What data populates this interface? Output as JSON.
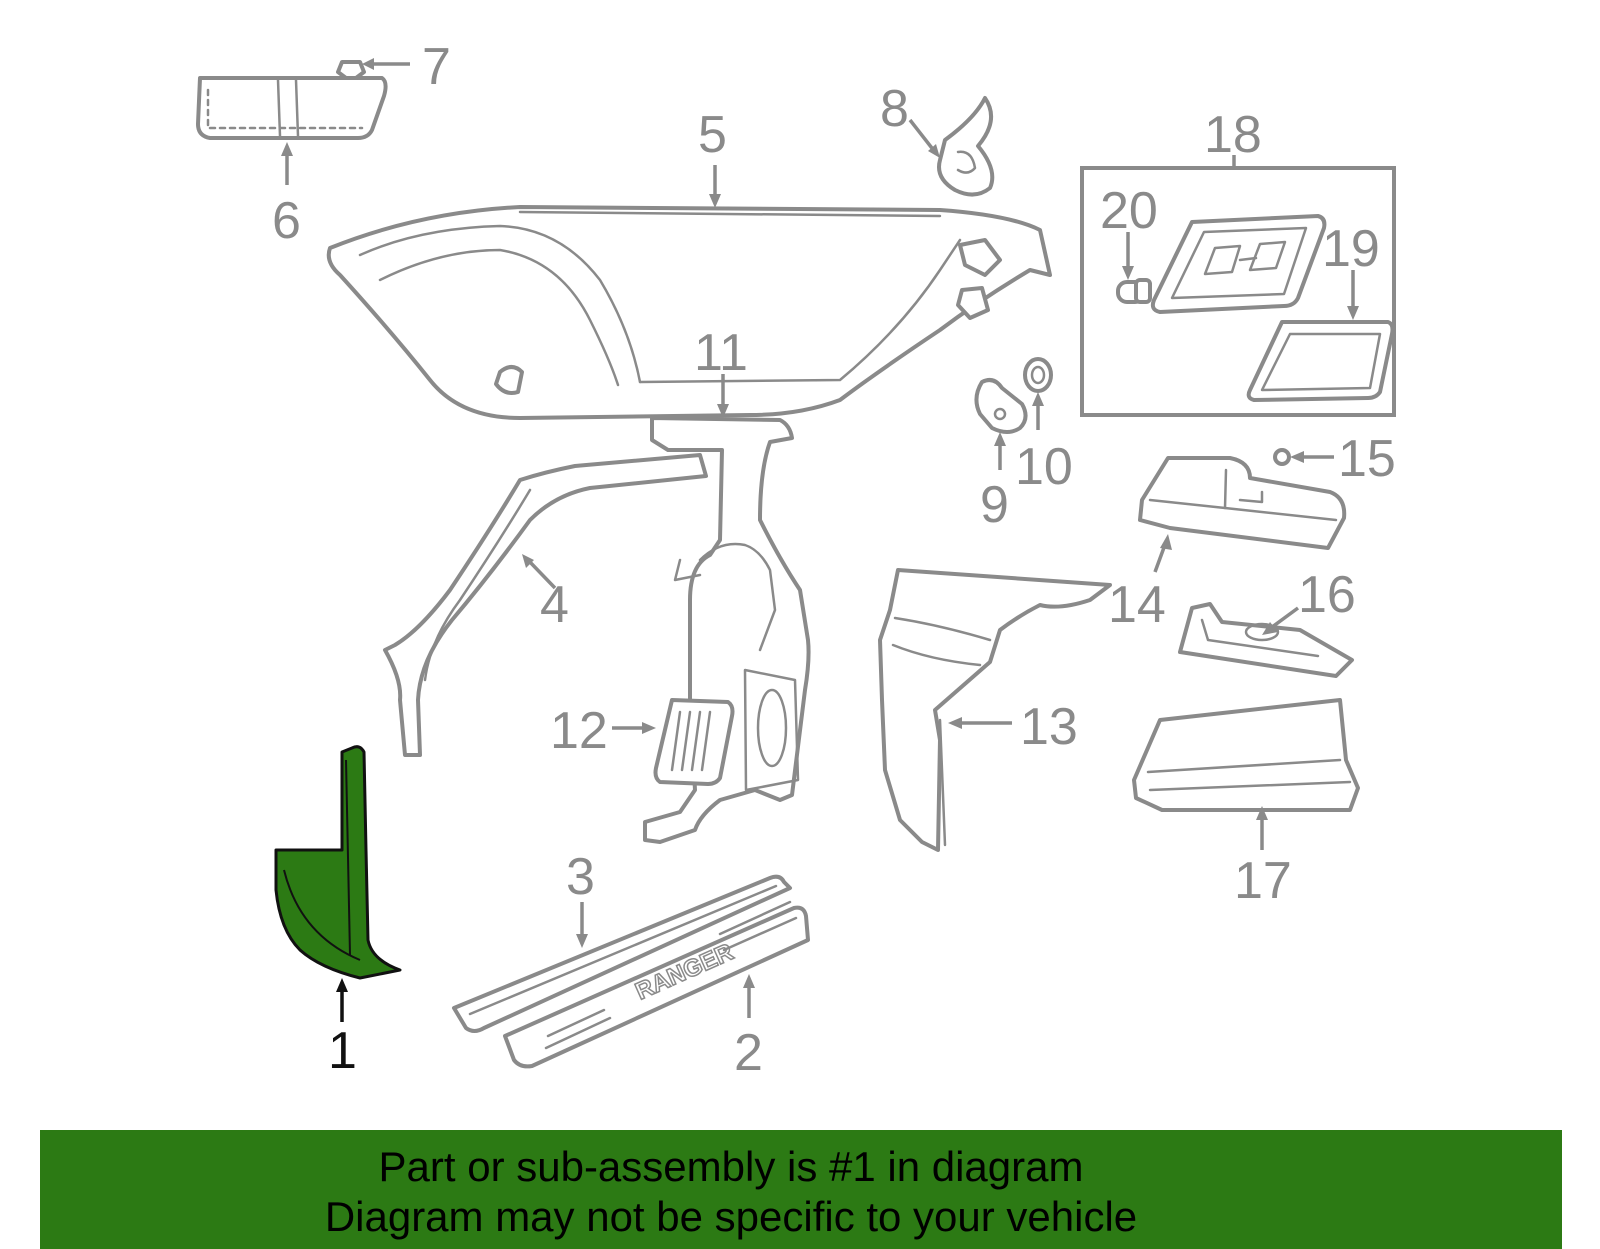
{
  "colors": {
    "highlight_part": "#2c7a14",
    "outline": "#8a8a8a",
    "banner_bg": "#2c7a14",
    "active_label": "#111111"
  },
  "callouts": [
    "1",
    "2",
    "3",
    "4",
    "5",
    "6",
    "7",
    "8",
    "9",
    "10",
    "11",
    "12",
    "13",
    "14",
    "15",
    "16",
    "17",
    "18",
    "19",
    "20"
  ],
  "active_callout": "1",
  "emblem_text": "RANGER",
  "banner": {
    "line1": "Part or sub-assembly is #1 in diagram",
    "line2": "Diagram may not be specific to your vehicle"
  }
}
